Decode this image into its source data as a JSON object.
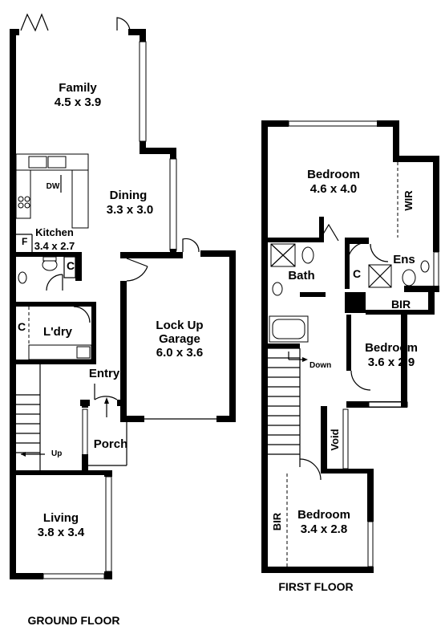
{
  "rooms": {
    "family": {
      "name": "Family",
      "dims": "4.5 x 3.9"
    },
    "dining": {
      "name": "Dining",
      "dims": "3.3 x 3.0"
    },
    "kitchen": {
      "name": "Kitchen",
      "dims": "3.4 x 2.7"
    },
    "dw": "DW",
    "fridge": "F",
    "cupboard": "C",
    "laundry": "L'dry",
    "entry": "Entry",
    "porch": "Porch",
    "up": "Up",
    "garage": {
      "name1": "Lock Up",
      "name2": "Garage",
      "dims": "6.0 x 3.6"
    },
    "living": {
      "name": "Living",
      "dims": "3.8 x 3.4"
    },
    "bedroom1": {
      "name": "Bedroom",
      "dims": "4.6 x 4.0"
    },
    "wir": "WIR",
    "ens": "Ens",
    "bath": "Bath",
    "bir": "BIR",
    "bedroom2": {
      "name": "Bedroom",
      "dims": "3.6 x 2.9"
    },
    "down": "Down",
    "void": "Void",
    "bedroom3": {
      "name": "Bedroom",
      "dims": "3.4 x 2.8"
    }
  },
  "floors": {
    "ground": "GROUND FLOOR",
    "first": "FIRST FLOOR"
  }
}
